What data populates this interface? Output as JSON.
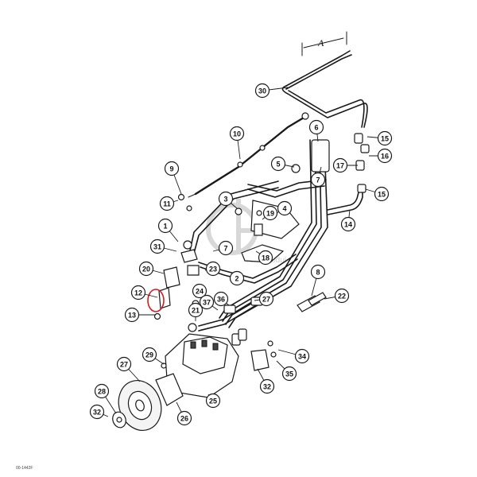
{
  "figure_code": "00-1442F",
  "dimension_label": "A",
  "watermark_text": "rtnenmodul",
  "callouts": [
    "30",
    "15",
    "10",
    "6",
    "16",
    "5",
    "17",
    "9",
    "7",
    "3",
    "19",
    "4",
    "15",
    "11",
    "14",
    "1",
    "31",
    "7",
    "18",
    "20",
    "23",
    "2",
    "8",
    "12",
    "24",
    "36",
    "27",
    "22",
    "13",
    "21",
    "37",
    "29",
    "34",
    "27",
    "35",
    "28",
    "25",
    "32",
    "26",
    "32"
  ],
  "highlight_color": "#d02020"
}
